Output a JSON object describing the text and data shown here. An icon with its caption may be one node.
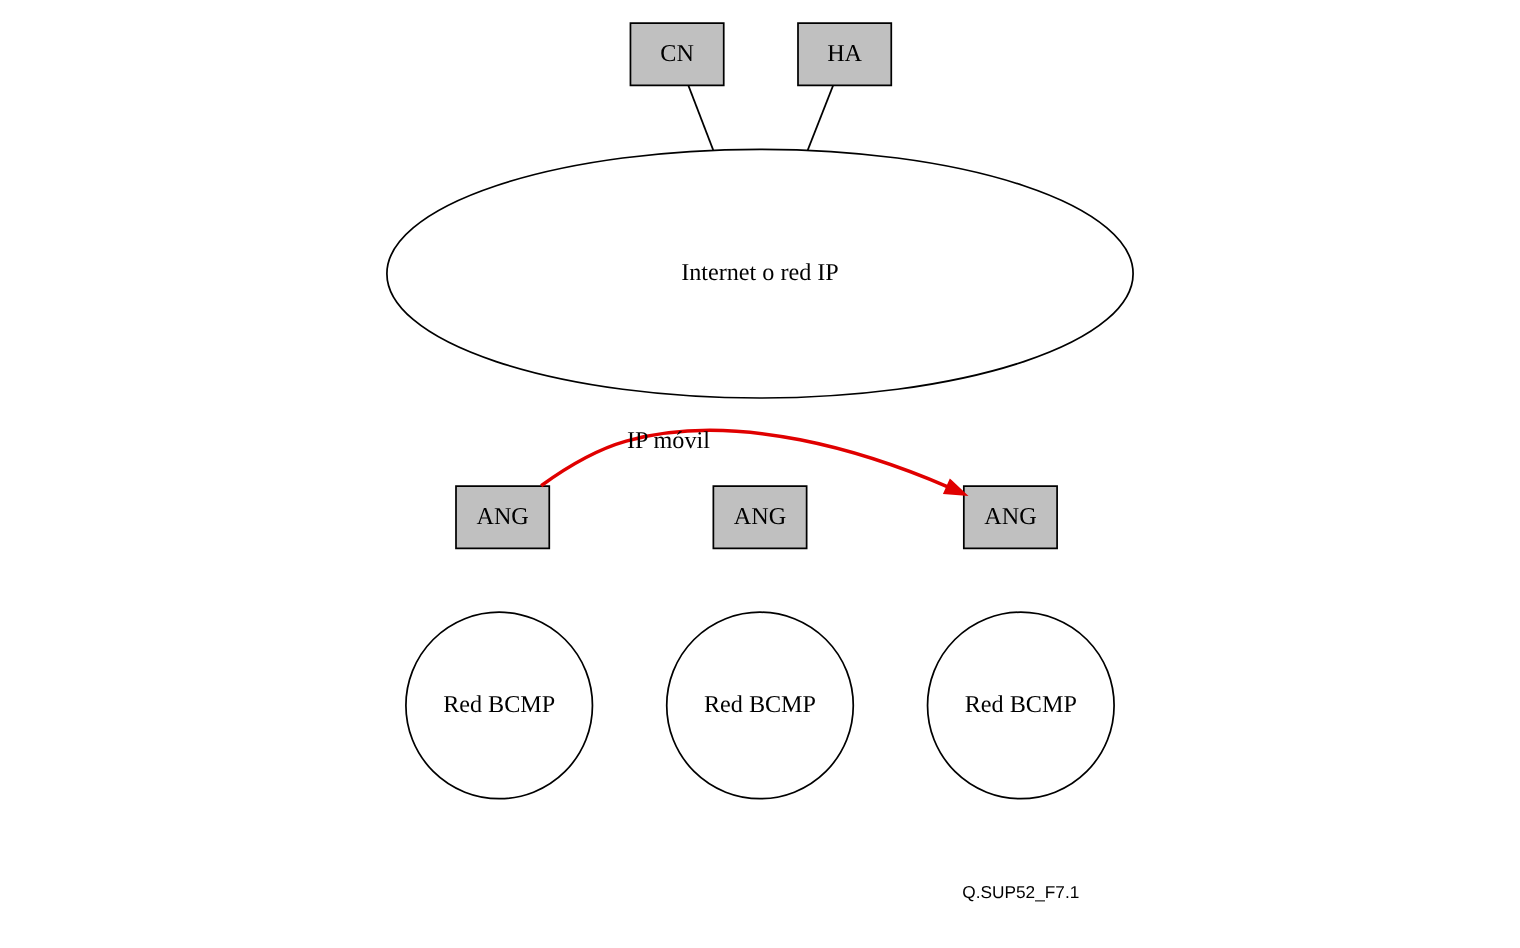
{
  "diagram": {
    "nodes": [
      {
        "text": [
          "CN"
        ]
      },
      {
        "text": [
          "HA"
        ]
      },
      {
        "text": [
          "Internet o red IP"
        ]
      },
      {
        "text": [
          "ANG"
        ]
      },
      {
        "text": [
          "ANG"
        ]
      },
      {
        "text": [
          "ANG"
        ]
      },
      {
        "text": [
          "Red BCMP"
        ]
      },
      {
        "text": [
          "Red BCMP"
        ]
      },
      {
        "text": [
          "Red BCMP"
        ]
      }
    ],
    "edges": [
      {
        "from": 0,
        "to": 2,
        "arrow": "none"
      },
      {
        "from": 1,
        "to": 2,
        "arrow": "none"
      },
      {
        "from": 3,
        "to": 5,
        "arrow": "to",
        "label": "IP móvil",
        "color": "#e00000"
      }
    ],
    "labels": [
      "Q.SUP52_F7.1"
    ]
  }
}
